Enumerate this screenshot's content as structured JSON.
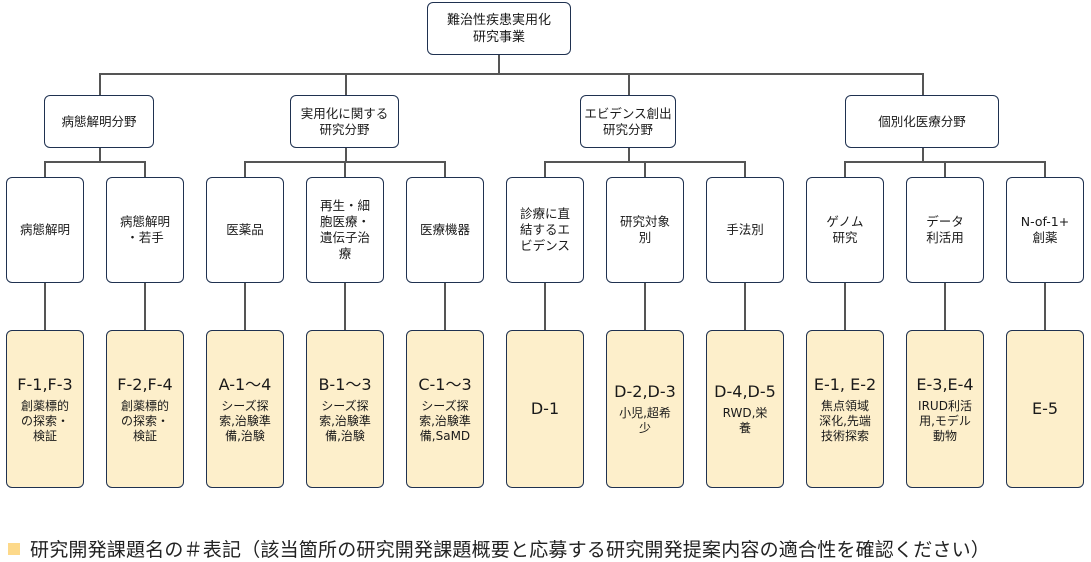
{
  "root": {
    "label": "難治性疾患実用化\n研究事業"
  },
  "fields": [
    {
      "label": "病態解明分野"
    },
    {
      "label": "実用化に関する\n研究分野"
    },
    {
      "label": "エビデンス創出\n研究分野"
    },
    {
      "label": "個別化医療分野"
    }
  ],
  "subfields": [
    {
      "label": "病態解明",
      "field": 0
    },
    {
      "label": "病態解明\n・若手",
      "field": 0
    },
    {
      "label": "医薬品",
      "field": 1
    },
    {
      "label": "再生・細\n胞医療・\n遺伝子治\n療",
      "field": 1
    },
    {
      "label": "医療機器",
      "field": 1
    },
    {
      "label": "診療に直\n結するエ\nビデンス",
      "field": 2
    },
    {
      "label": "研究対象\n別",
      "field": 2
    },
    {
      "label": "手法別",
      "field": 2
    },
    {
      "label": "ゲノム\n研究",
      "field": 3
    },
    {
      "label": "データ\n利活用",
      "field": 3
    },
    {
      "label": "N-of-1+\n創薬",
      "field": 3
    }
  ],
  "codes": [
    {
      "id": "F-1,F-3",
      "desc": "創薬標的\nの探索・\n検証"
    },
    {
      "id": "F-2,F-4",
      "desc": "創薬標的\nの探索・\n検証"
    },
    {
      "id": "A-1～4",
      "desc": "シーズ探\n索,治験準\n備,治験"
    },
    {
      "id": "B-1～3",
      "desc": "シーズ探\n索,治験準\n備,治験"
    },
    {
      "id": "C-1～3",
      "desc": "シーズ探\n索,治験準\n備,SaMD"
    },
    {
      "id": "D-1",
      "desc": ""
    },
    {
      "id": "D-2,D-3",
      "desc": "小児,超希\n少"
    },
    {
      "id": "D-4,D-5",
      "desc": "RWD,栄\n養"
    },
    {
      "id": "E-1, E-2",
      "desc": "焦点領域\n深化,先端\n技術探索"
    },
    {
      "id": "E-3,E-4",
      "desc": "IRUD利活\n用,モデル\n動物"
    },
    {
      "id": "E-5",
      "desc": ""
    }
  ],
  "legend": {
    "text": "研究開発課題名の＃表記（該当箇所の研究開発課題概要と応募する研究開発提案内容の適合性を確認ください）",
    "swatch_color": "#fdd98a"
  },
  "colors": {
    "node_border": "#1f3150",
    "code_fill": "#fdefcb",
    "connector": "#555555"
  }
}
